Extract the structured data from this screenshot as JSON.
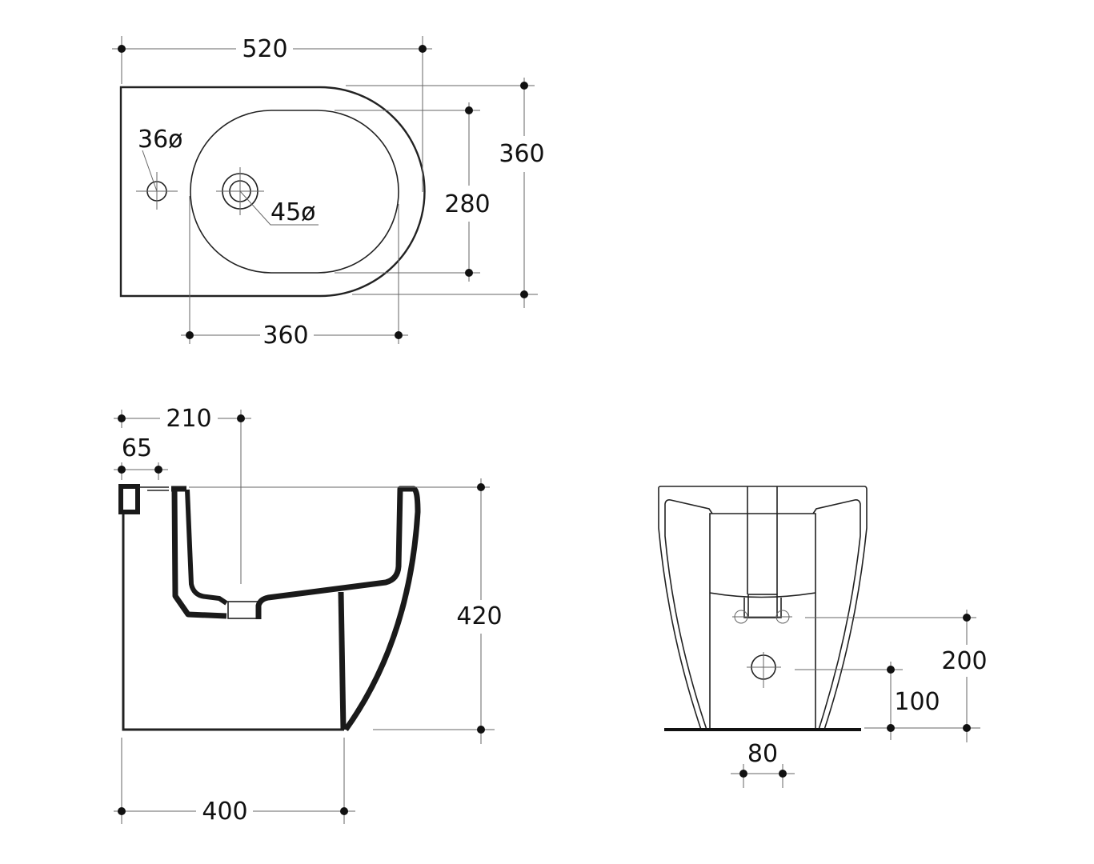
{
  "title": "Bidet technical drawing (dimensions in mm)",
  "top_view": {
    "overall_width": "520",
    "overall_depth": "360",
    "bowl_depth": "280",
    "bowl_width": "360",
    "tap_hole": "36ø",
    "drain_hole": "45ø"
  },
  "side_view": {
    "drain_offset": "210",
    "tap_offset": "65",
    "height": "420",
    "base_depth": "400"
  },
  "front_view": {
    "supply_height": "200",
    "waste_height": "100",
    "fixing_spacing": "80"
  }
}
